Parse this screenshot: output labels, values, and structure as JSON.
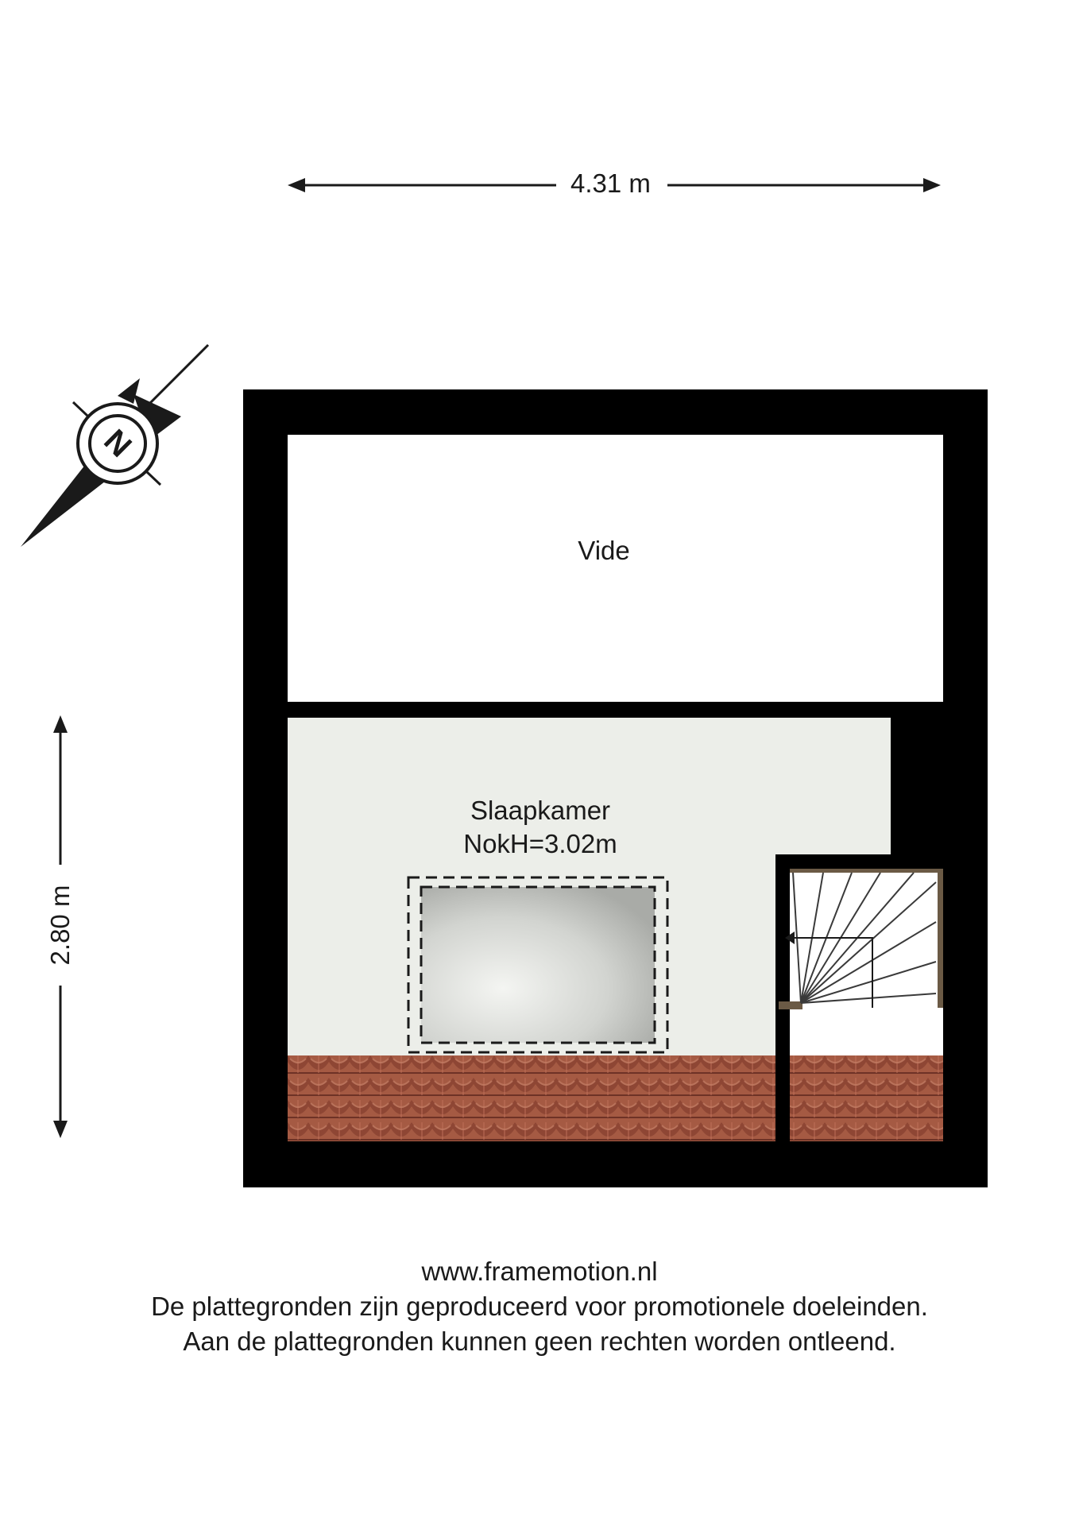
{
  "dimensions": {
    "width_label": "4.31 m",
    "height_label": "2.80 m"
  },
  "compass": {
    "letter": "N",
    "icon": "north-arrow-icon"
  },
  "rooms": {
    "vide": {
      "label": "Vide"
    },
    "slaapkamer": {
      "label": "Slaapkamer",
      "height_label": "NokH=3.02m"
    }
  },
  "footer": {
    "website": "www.framemotion.nl",
    "disclaimer_line1": "De plattegronden zijn geproduceerd voor promotionele doeleinden.",
    "disclaimer_line2": "Aan de plattegronden kunnen geen rechten worden ontleend."
  },
  "colors": {
    "wall": "#000000",
    "room_floor": "#eceee9",
    "roof_tile": "#a85c46",
    "stair_frame": "#6b5a45",
    "text": "#1a1a1a"
  }
}
